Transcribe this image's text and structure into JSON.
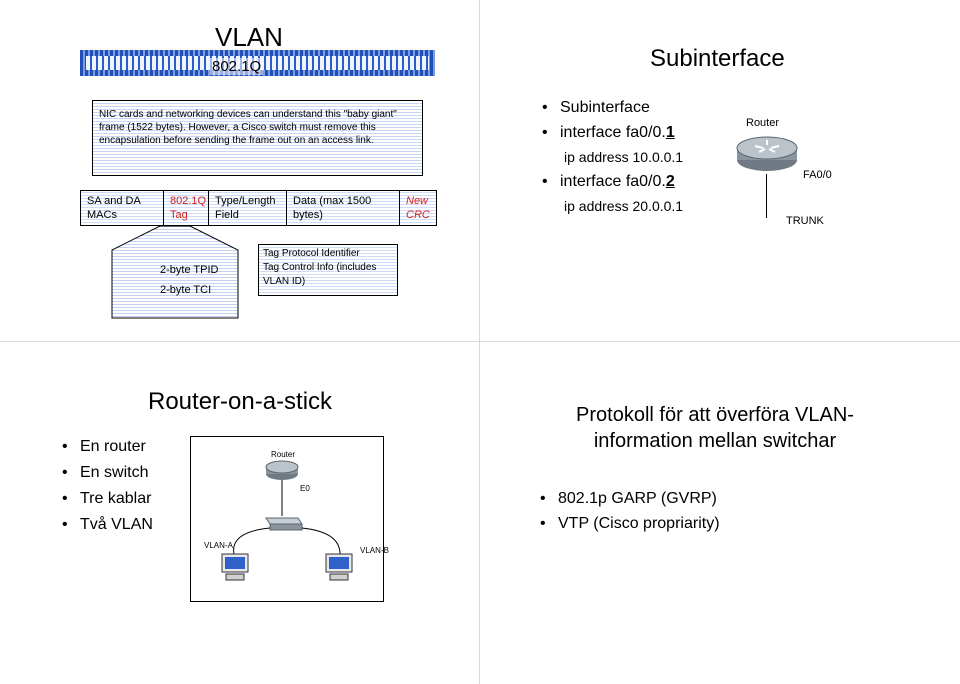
{
  "slide1": {
    "title": "VLAN",
    "subtitle": "802.1Q",
    "description": "NIC cards and networking devices can understand this \"baby giant\" frame (1522 bytes). However, a Cisco switch must remove this encapsulation before sending the frame out on an access link.",
    "frame": {
      "sa_da": "SA and DA MACs",
      "tag": "802.1Q Tag",
      "type_length": "Type/Length Field",
      "data": "Data (max 1500 bytes)",
      "crc": "New CRC"
    },
    "tpid": "2-byte TPID",
    "tci": "2-byte TCI",
    "info_line1": "Tag Protocol Identifier",
    "info_line2": "Tag Control Info (includes VLAN ID)"
  },
  "slide2": {
    "title": "Subinterface",
    "items": [
      {
        "text": "Subinterface",
        "level": 0
      },
      {
        "text": "interface fa0/0.1",
        "level": 0
      },
      {
        "text": "ip address 10.0.0.1",
        "level": 1
      },
      {
        "text": "interface fa0/0.2",
        "level": 0
      },
      {
        "text": "ip address 20.0.0.1",
        "level": 1
      }
    ],
    "router_label": "Router",
    "port_label": "FA0/0",
    "trunk_label": "TRUNK"
  },
  "slide3": {
    "title": "Router-on-a-stick",
    "items": [
      "En router",
      "En switch",
      "Tre kablar",
      "Två VLAN"
    ],
    "router_label": "Router",
    "port_label": "E0",
    "vlan_a": "VLAN-A",
    "vlan_b": "VLAN-B"
  },
  "slide4": {
    "title": "Protokoll för att överföra VLAN-information mellan switchar",
    "items": [
      "802.1p GARP  (GVRP)",
      "VTP  (Cisco propriarity)"
    ]
  }
}
